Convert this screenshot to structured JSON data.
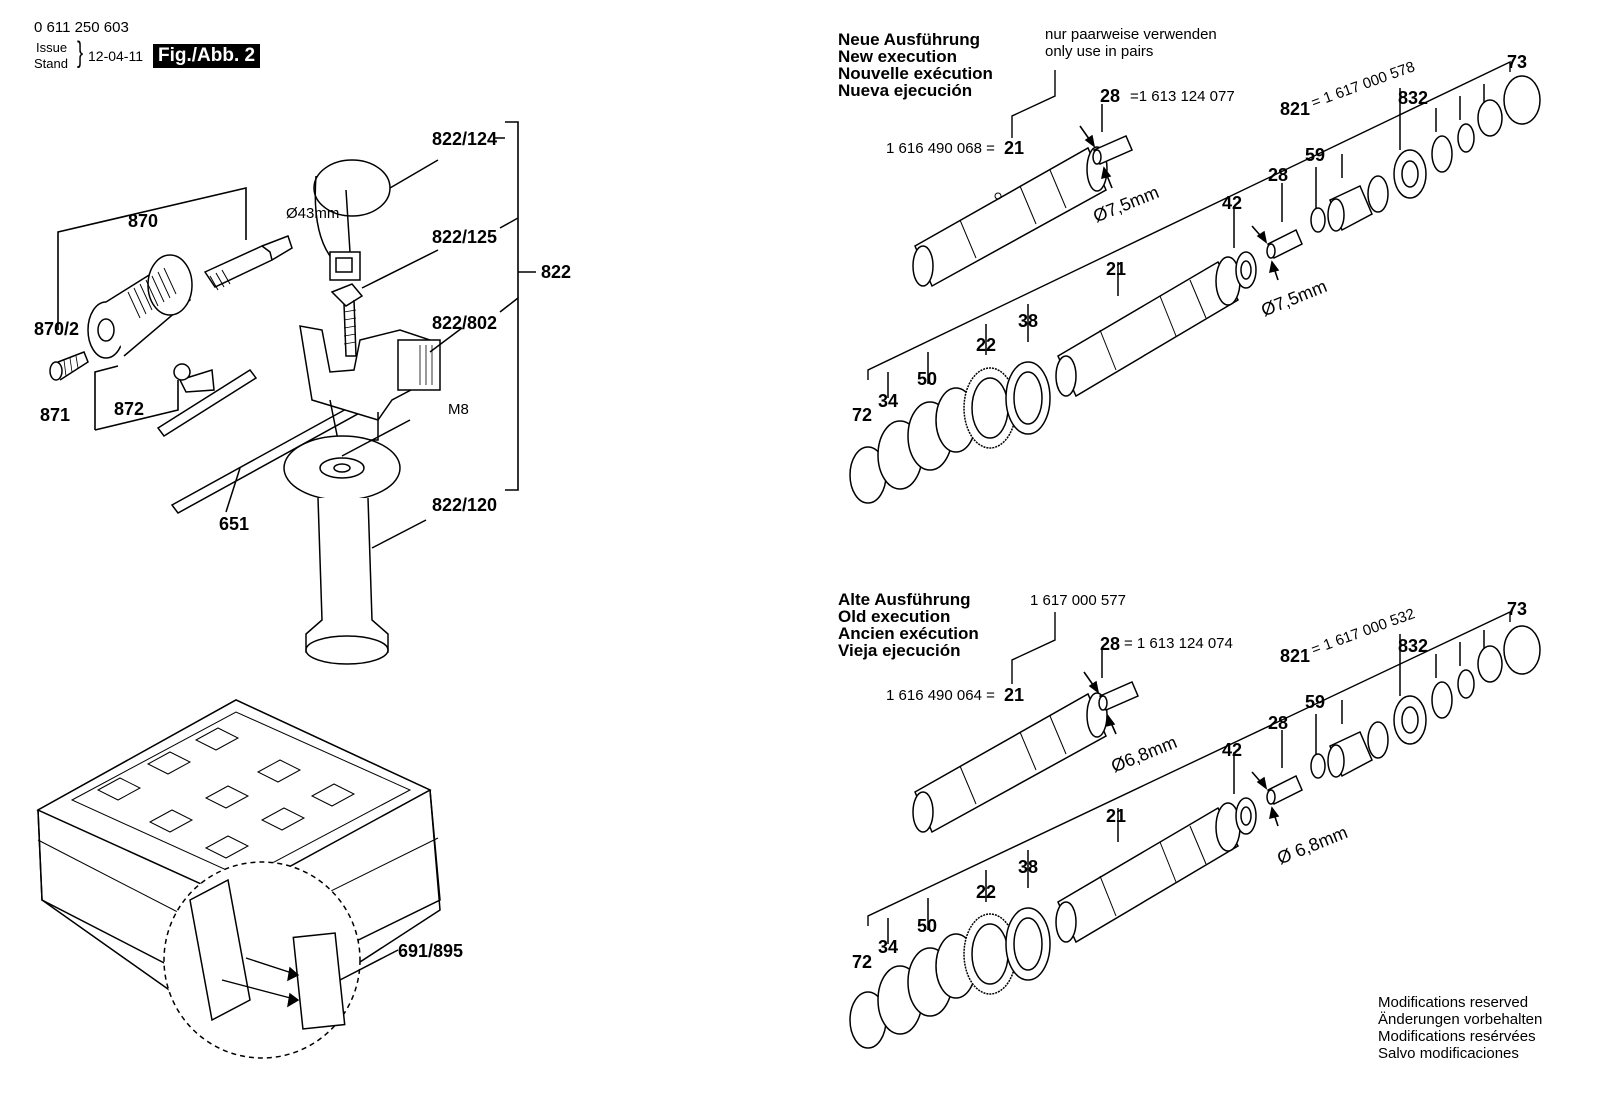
{
  "header": {
    "doc_number": "0 611 250 603",
    "issue_label": "Issue",
    "stand_label": "Stand",
    "brace": "}",
    "brace2": "}",
    "date": "12-04-11",
    "figure": "Fig./Abb. 2"
  },
  "left_labels": {
    "p870": "870",
    "p870_2": "870/2",
    "p871": "871",
    "p872": "872",
    "p651": "651",
    "p822_124": "822/124",
    "p822_125": "822/125",
    "p822_802": "822/802",
    "p822": "822",
    "p822_120": "822/120",
    "diameter43": "Ø43mm",
    "m8": "M8",
    "p691_895": "691/895"
  },
  "new_execution": {
    "titles": [
      "Neue Ausführung",
      "New execution",
      "Nouvelle exécution",
      "Nueva ejecución"
    ],
    "pairs_note": [
      "nur paarweise verwenden",
      "only use in pairs"
    ],
    "p28": "28",
    "p28_num": "=1 613 124 077",
    "p21_num": "1 616 490 068 =",
    "p21": "21",
    "p821": "821",
    "p821_num": "= 1 617 000 578",
    "p832": "832",
    "p73": "73",
    "p59": "59",
    "p28b": "28",
    "p42": "42",
    "p21b": "21",
    "p38": "38",
    "p22": "22",
    "p50": "50",
    "p34": "34",
    "p72": "72",
    "dia1": "Ø7,5mm",
    "dia2": "Ø7,5mm"
  },
  "old_execution": {
    "titles": [
      "Alte Ausführung",
      "Old execution",
      "Ancien exécution",
      "Vieja ejecución"
    ],
    "top_num": "1 617 000 577",
    "p28": "28",
    "p28_num": "= 1 613 124 074",
    "p21_num": "1 616 490 064 =",
    "p21": "21",
    "p821": "821",
    "p821_num": "= 1 617 000 532",
    "p832": "832",
    "p73": "73",
    "p59": "59",
    "p28b": "28",
    "p42": "42",
    "p21b": "21",
    "p38": "38",
    "p22": "22",
    "p50": "50",
    "p34": "34",
    "p72": "72",
    "dia1": "Ø6,8mm",
    "dia2": "Ø 6,8mm"
  },
  "footer": [
    "Modifications reserved",
    "Änderungen vorbehalten",
    "Modifications resérvées",
    "Salvo modificaciones"
  ]
}
